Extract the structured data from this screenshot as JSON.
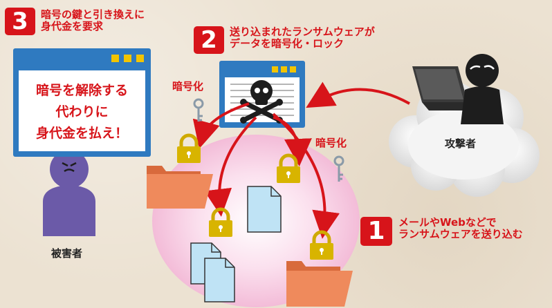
{
  "steps": [
    {
      "number": "3",
      "line1": "暗号の鍵と引き換えに",
      "line2": "身代金を要求"
    },
    {
      "number": "2",
      "line1": "送り込まれたランサムウェアが",
      "line2": "データを暗号化・ロック"
    },
    {
      "number": "1",
      "line1": "メールやWebなどで",
      "line2": "ランサムウェアを送り込む"
    }
  ],
  "ransom_message": [
    "暗号を解除する",
    "代わりに",
    "身代金を払え！"
  ],
  "labels": {
    "encrypt_left": "暗号化",
    "encrypt_right": "暗号化",
    "attacker": "攻撃者",
    "victim": "被害者"
  },
  "colors": {
    "accent_red": "#d7141a",
    "window_blue": "#2f7ac0",
    "lock_yellow": "#d8b400",
    "folder_orange": "#ef8a5c",
    "victim_purple": "#6b5aa8",
    "zone_pink": "#f6c4dd"
  },
  "icons": [
    "laptop-icon",
    "attacker-icon",
    "cloud-icon",
    "skull-icon",
    "key-icon",
    "lock-icon",
    "folder-icon",
    "document-icon",
    "victim-icon"
  ]
}
